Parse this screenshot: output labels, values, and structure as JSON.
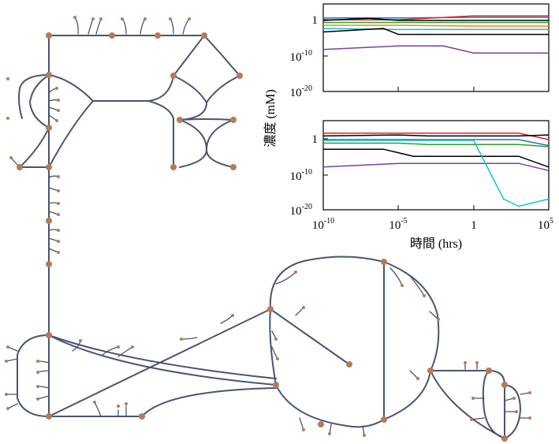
{
  "plots": {
    "ylabel": "濃度 (mM)",
    "xlabel": "時間 (hrs)",
    "y_ticks": [
      "1",
      "10",
      "-10",
      "10",
      "-20"
    ],
    "top_y_ticks": [
      {
        "base": "1",
        "exp": ""
      },
      {
        "base": "10",
        "exp": "-10"
      },
      {
        "base": "10",
        "exp": "-20"
      }
    ],
    "bottom_y_ticks": [
      {
        "base": "1",
        "exp": ""
      },
      {
        "base": "10",
        "exp": "-10"
      },
      {
        "base": "10",
        "exp": "-20"
      }
    ],
    "x_ticks": [
      {
        "base": "10",
        "exp": "-10"
      },
      {
        "base": "10",
        "exp": "-5"
      },
      {
        "base": "1",
        "exp": ""
      },
      {
        "base": "10",
        "exp": "5"
      }
    ]
  },
  "chart_data": [
    {
      "type": "line",
      "xlabel": "",
      "ylabel": "濃度 (mM)",
      "x_scale": "log",
      "y_scale": "log",
      "xlim": [
        1e-10,
        100000.0
      ],
      "ylim": [
        1e-20,
        100000.0
      ],
      "series": [
        {
          "color": "#1f77b4",
          "x": [
            1e-10,
            1e-05,
            1,
            100000.0
          ],
          "y": [
            10,
            10,
            15,
            15
          ]
        },
        {
          "color": "#d62728",
          "x": [
            1e-10,
            1e-05,
            1,
            100000.0
          ],
          "y": [
            3,
            3,
            40,
            40
          ]
        },
        {
          "color": "#000000",
          "x": [
            1e-10,
            1e-07,
            1e-05,
            0.001,
            1,
            100000.0
          ],
          "y": [
            2,
            8,
            2,
            2,
            2,
            2
          ]
        },
        {
          "color": "#2ca02c",
          "x": [
            1e-10,
            1e-05,
            1,
            100000.0
          ],
          "y": [
            0.5,
            0.5,
            0.5,
            0.5
          ]
        },
        {
          "color": "#ff7f0e",
          "x": [
            1e-10,
            1e-05,
            1,
            100000.0
          ],
          "y": [
            0.08,
            0.08,
            0.05,
            0.05
          ]
        },
        {
          "color": "#17becf",
          "x": [
            1e-10,
            1e-05,
            1,
            100000.0
          ],
          "y": [
            0.01,
            0.005,
            0.005,
            0.005
          ]
        },
        {
          "color": "#000000",
          "x": [
            1e-10,
            1e-06,
            1e-05,
            1,
            100000.0
          ],
          "y": [
            0.001,
            0.01,
            0.0002,
            0.0002,
            0.0002
          ]
        },
        {
          "color": "#7f3f98",
          "x": [
            1e-10,
            1e-05,
            0.01,
            1,
            100000.0
          ],
          "y": [
            1e-08,
            1e-07,
            1e-07,
            1e-09,
            1e-09
          ]
        }
      ]
    },
    {
      "type": "line",
      "xlabel": "時間 (hrs)",
      "ylabel": "濃度 (mM)",
      "x_scale": "log",
      "y_scale": "log",
      "xlim": [
        1e-10,
        100000.0
      ],
      "ylim": [
        1e-20,
        100000.0
      ],
      "series": [
        {
          "color": "#d62728",
          "x": [
            1e-10,
            1e-05,
            1,
            1000.0,
            100000.0
          ],
          "y": [
            30,
            30,
            30,
            30,
            0.5
          ]
        },
        {
          "color": "#000000",
          "x": [
            1e-10,
            1e-05,
            0.001,
            1,
            1000.0,
            100000.0
          ],
          "y": [
            5,
            10,
            5,
            5,
            5,
            10
          ]
        },
        {
          "color": "#1f77b4",
          "x": [
            1e-10,
            1e-05,
            1,
            1000.0,
            100000.0
          ],
          "y": [
            0.5,
            0.5,
            0.5,
            0.5,
            0.01
          ]
        },
        {
          "color": "#2ca02c",
          "x": [
            1e-10,
            1e-05,
            0.001,
            1,
            1000.0,
            100000.0
          ],
          "y": [
            0.05,
            0.05,
            0.02,
            0.02,
            0.02,
            0.005
          ]
        },
        {
          "color": "#000000",
          "x": [
            1e-10,
            1e-06,
            0.0001,
            1,
            1000.0,
            100000.0
          ],
          "y": [
            0.001,
            0.001,
            1e-05,
            1e-05,
            1e-05,
            1e-08
          ]
        },
        {
          "color": "#7f3f98",
          "x": [
            1e-10,
            1e-05,
            1,
            1000.0,
            100000.0
          ],
          "y": [
            1e-08,
            1e-07,
            1e-07,
            1e-07,
            1e-09
          ]
        },
        {
          "color": "#17becf",
          "x": [
            1e-10,
            1e-05,
            1,
            100.0,
            1000.0,
            100000.0
          ],
          "y": [
            0.3,
            0.3,
            0.3,
            1e-17,
            1e-19,
            1e-17
          ]
        }
      ]
    }
  ]
}
